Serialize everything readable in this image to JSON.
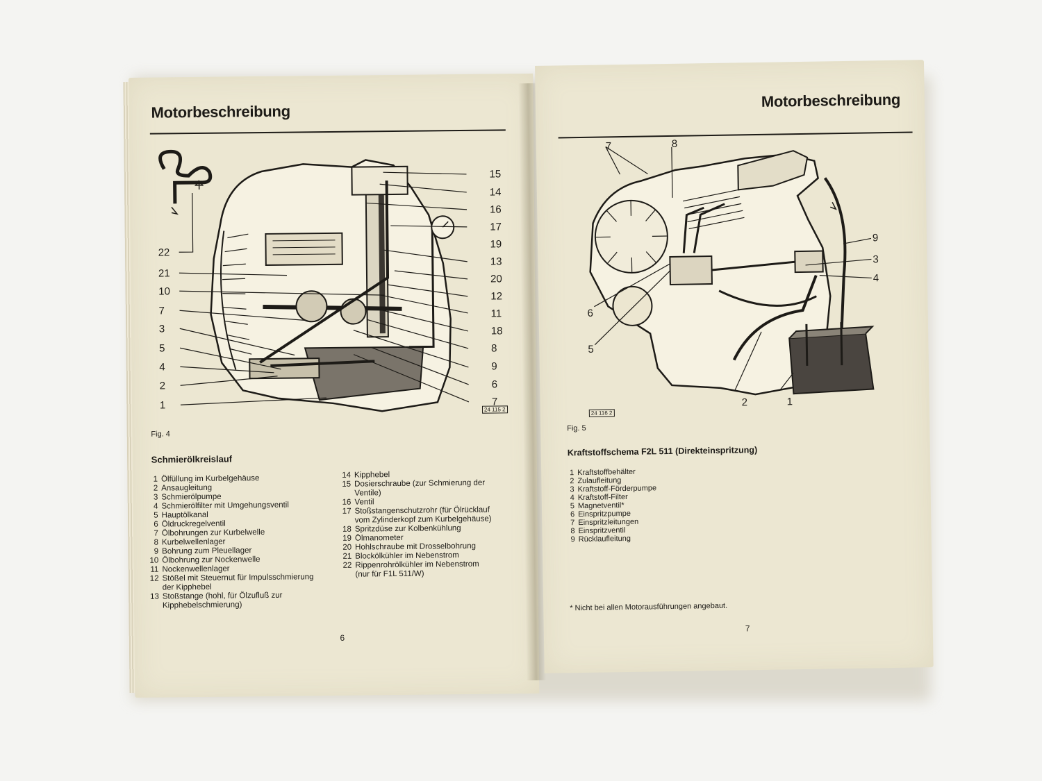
{
  "left_page": {
    "header": "Motorbeschreibung",
    "figure_label": "Fig. 4",
    "figure_id": "24 115 2",
    "section_title": "Schmierölkreislauf",
    "callouts_left": [
      "22",
      "21",
      "10",
      "7",
      "3",
      "5",
      "4",
      "2",
      "1"
    ],
    "callouts_right": [
      "15",
      "14",
      "16",
      "17",
      "19",
      "13",
      "20",
      "12",
      "11",
      "18",
      "8",
      "9",
      "6",
      "7"
    ],
    "legend_col1": [
      {
        "n": "1",
        "text": "Ölfüllung im Kurbelgehäuse"
      },
      {
        "n": "2",
        "text": "Ansaugleitung"
      },
      {
        "n": "3",
        "text": "Schmierölpumpe"
      },
      {
        "n": "4",
        "text": "Schmierölfilter mit Umgehungsventil"
      },
      {
        "n": "5",
        "text": "Hauptölkanal"
      },
      {
        "n": "6",
        "text": "Öldruckregelventil"
      },
      {
        "n": "7",
        "text": "Ölbohrungen zur Kurbelwelle"
      },
      {
        "n": "8",
        "text": "Kurbelwellenlager"
      },
      {
        "n": "9",
        "text": "Bohrung zum Pleuellager"
      },
      {
        "n": "10",
        "text": "Ölbohrung zur Nockenwelle"
      },
      {
        "n": "11",
        "text": "Nockenwellenlager"
      },
      {
        "n": "12",
        "text": "Stößel mit Steuernut für Impulsschmierung\nder Kipphebel"
      },
      {
        "n": "13",
        "text": "Stoßstange (hohl, für Ölzufluß zur\nKipphebelschmierung)"
      }
    ],
    "legend_col2": [
      {
        "n": "14",
        "text": "Kipphebel"
      },
      {
        "n": "15",
        "text": "Dosierschraube (zur Schmierung der\nVentile)"
      },
      {
        "n": "16",
        "text": "Ventil"
      },
      {
        "n": "17",
        "text": "Stoßstangenschutzrohr (für Ölrücklauf\nvom Zylinderkopf zum Kurbelgehäuse)"
      },
      {
        "n": "18",
        "text": "Spritzdüse zur Kolbenkühlung"
      },
      {
        "n": "19",
        "text": "Ölmanometer"
      },
      {
        "n": "20",
        "text": "Hohlschraube mit Drosselbohrung"
      },
      {
        "n": "21",
        "text": "Blockölkühler im Nebenstrom"
      },
      {
        "n": "22",
        "text": "Rippenrohrölkühler im Nebenstrom\n(nur für F1L 511/W)"
      }
    ],
    "page_number": "6"
  },
  "right_page": {
    "header": "Motorbeschreibung",
    "figure_label": "Fig. 5",
    "figure_id": "24 116 2",
    "section_title": "Kraftstoffschema F2L 511 (Direkteinspritzung)",
    "callouts": {
      "c7": "7",
      "c8": "8",
      "c9": "9",
      "c3": "3",
      "c4": "4",
      "c6": "6",
      "c5": "5",
      "c2": "2",
      "c1": "1"
    },
    "legend": [
      {
        "n": "1",
        "text": "Kraftstoffbehälter"
      },
      {
        "n": "2",
        "text": "Zulaufleitung"
      },
      {
        "n": "3",
        "text": "Kraftstoff-Förderpumpe"
      },
      {
        "n": "4",
        "text": "Kraftstoff-Filter"
      },
      {
        "n": "5",
        "text": "Magnetventil*"
      },
      {
        "n": "6",
        "text": "Einspritzpumpe"
      },
      {
        "n": "7",
        "text": "Einspritzleitungen"
      },
      {
        "n": "8",
        "text": "Einspritzventil"
      },
      {
        "n": "9",
        "text": "Rücklaufleitung"
      }
    ],
    "footnote": "* Nicht bei allen Motorausführungen angebaut.",
    "page_number": "7"
  }
}
